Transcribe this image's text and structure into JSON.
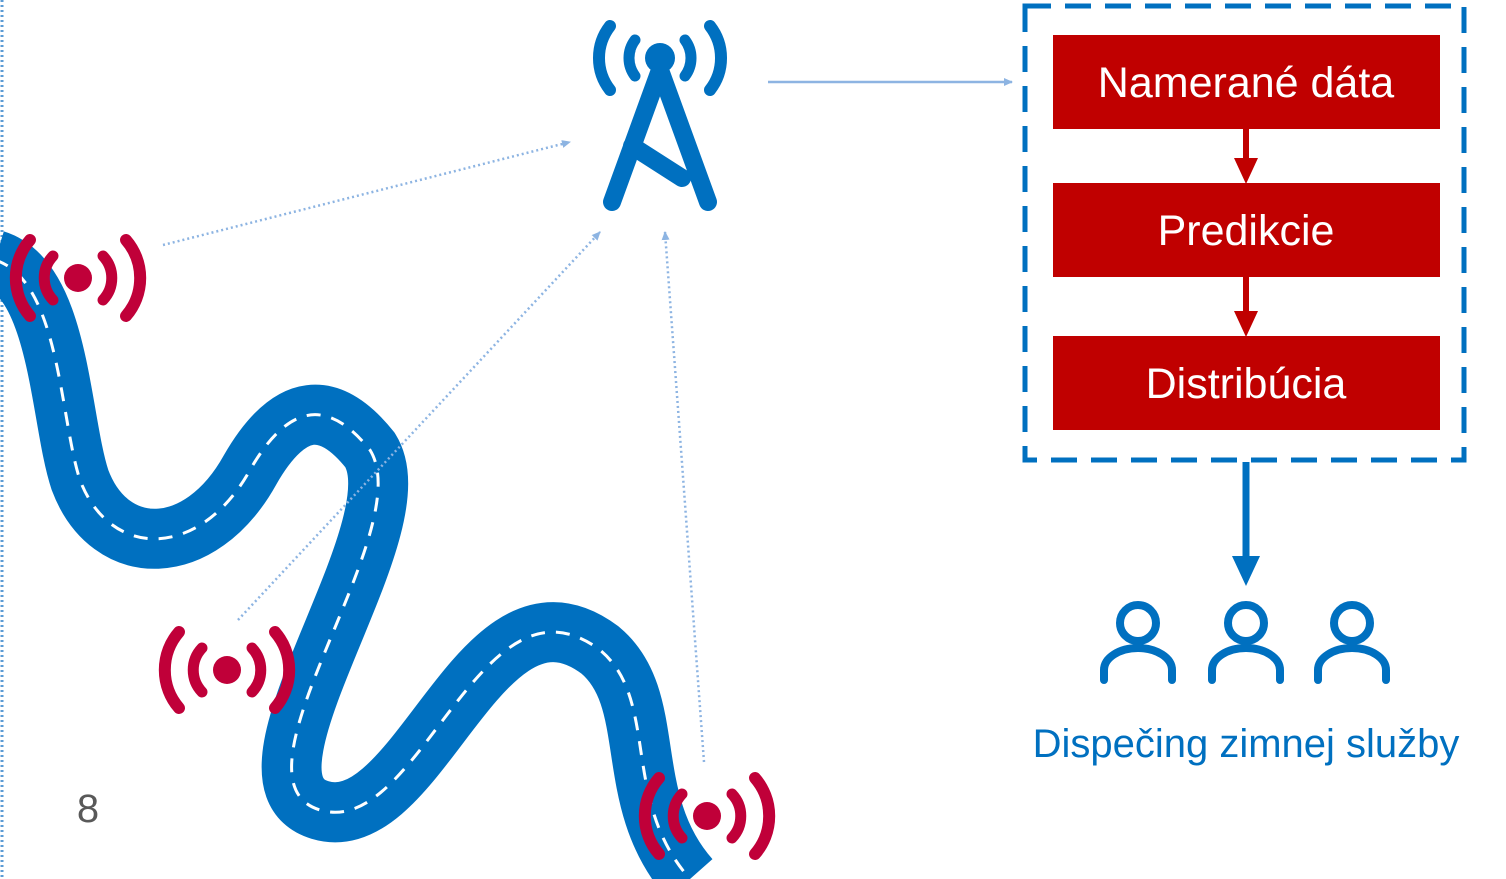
{
  "colors": {
    "road": "#0070C0",
    "road_dash": "#ffffff",
    "sensor": "#C00039",
    "tower": "#0070C0",
    "box": "#C00000",
    "box_arrow": "#C00000",
    "link": "#8DB4E2",
    "people": "#0070C0",
    "caption": "#0070C0",
    "frame": "#0070C0"
  },
  "pipeline": {
    "steps": [
      {
        "label": "Namerané dáta"
      },
      {
        "label": "Predikcie"
      },
      {
        "label": "Distribúcia"
      }
    ]
  },
  "dispatch": {
    "label": "Dispečing zimnej služby",
    "people_count": 3
  },
  "slide": {
    "page_number": "8"
  },
  "icons": {
    "tower": "antenna-tower-icon",
    "sensor": "wireless-sensor-icon",
    "person": "person-icon",
    "road": "winding-road"
  }
}
